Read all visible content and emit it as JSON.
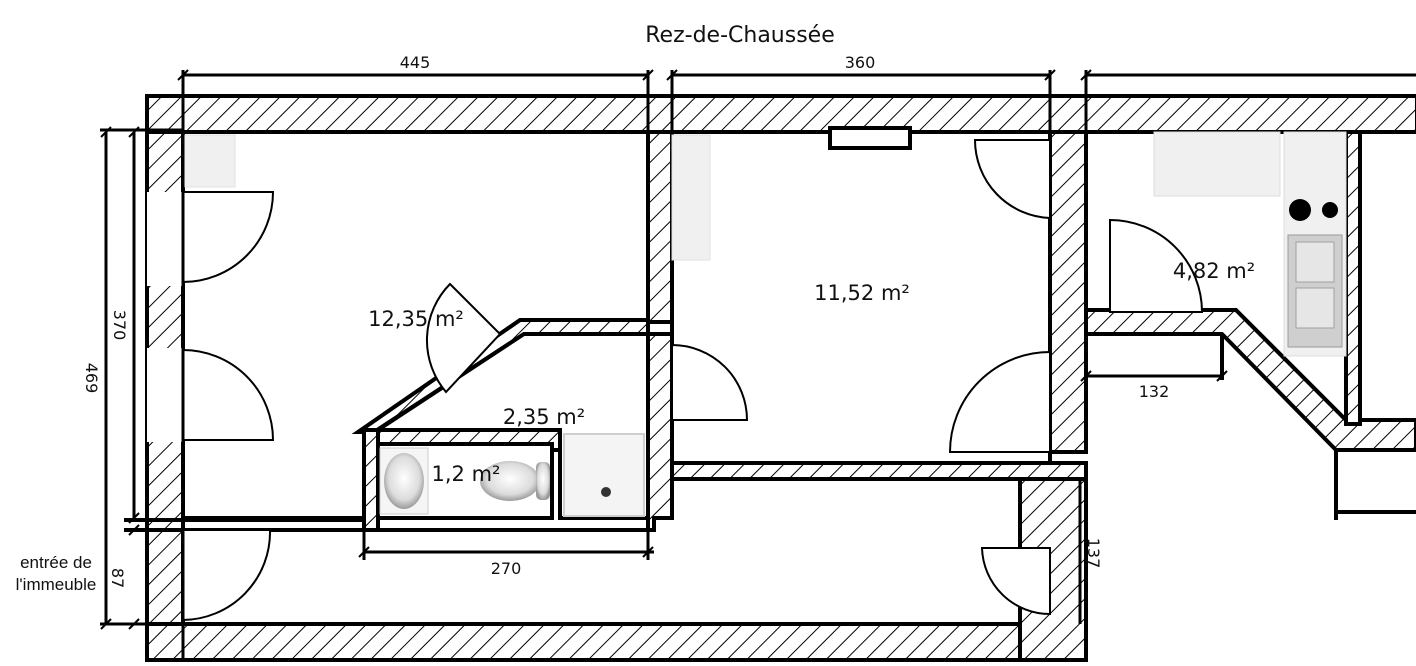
{
  "plan": {
    "title": "Rez-de-Chaussée",
    "entrance": "entrée de l'immeuble",
    "entrance_lines": [
      "entrée de",
      "l'immeuble"
    ]
  },
  "rooms": [
    {
      "id": "room-1",
      "area": "12,35 m²"
    },
    {
      "id": "room-2",
      "area": "11,52 m²"
    },
    {
      "id": "room-3",
      "area": "4,82 m²"
    },
    {
      "id": "room-4",
      "area": "2,35 m²"
    },
    {
      "id": "room-5",
      "area": "1,2 m²"
    }
  ],
  "dimensions": {
    "top_left": "445",
    "top_right": "360",
    "left_inner": "370",
    "left_outer": "469",
    "left_bottom": "87",
    "bottom": "270",
    "right_small": "132",
    "right_vertical": "137"
  },
  "colors": {
    "wall": "#000000",
    "hatch": "#000000",
    "fixture": "#eeeeee"
  }
}
